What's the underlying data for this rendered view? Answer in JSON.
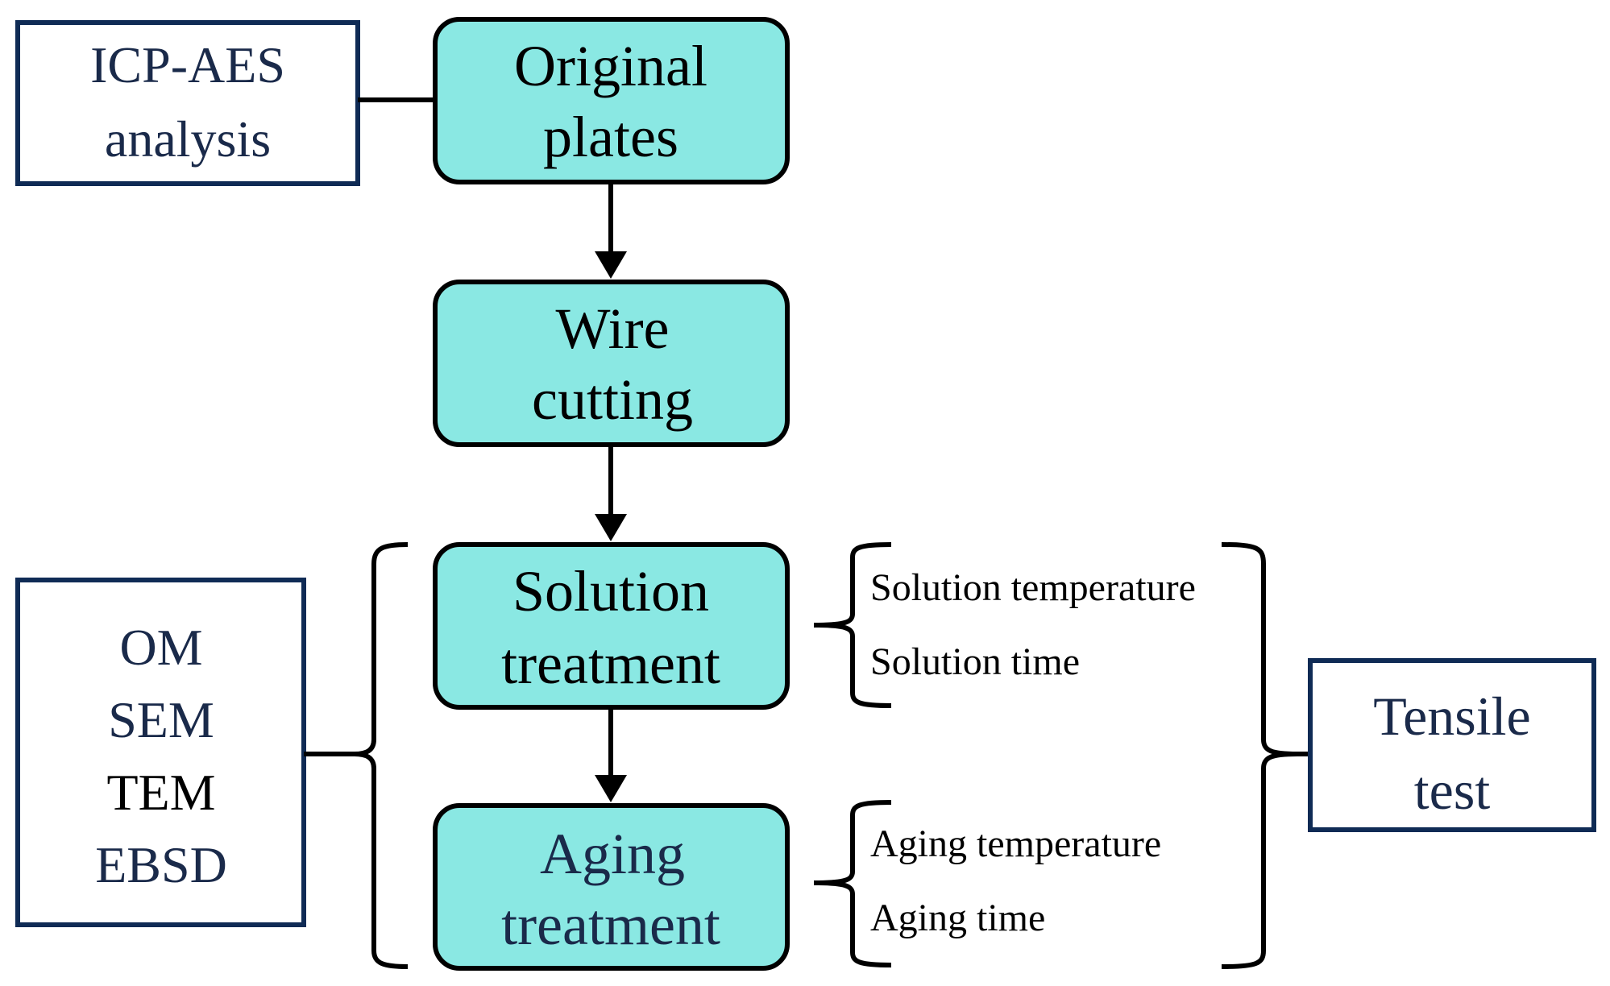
{
  "colors": {
    "process_fill": "#8AE8E3",
    "process_stroke": "#000000",
    "side_box_stroke": "#0F2B55",
    "side_text": "#1A2A4A",
    "black_text": "#000000",
    "connector": "#000000"
  },
  "process_steps": [
    {
      "line1": "Original",
      "line2": "plates"
    },
    {
      "line1": "Wire",
      "line2": "cutting"
    },
    {
      "line1": "Solution",
      "line2": "treatment"
    },
    {
      "line1": "Aging",
      "line2": "treatment"
    }
  ],
  "icp_box": {
    "line1": "ICP-AES",
    "line2": "analysis"
  },
  "characterization_box": {
    "items": [
      "OM",
      "SEM",
      "TEM",
      "EBSD"
    ]
  },
  "tensile_box": {
    "line1": "Tensile",
    "line2": "test"
  },
  "solution_params": {
    "items": [
      "Solution temperature",
      "Solution time"
    ]
  },
  "aging_params": {
    "items": [
      "Aging temperature",
      "Aging time"
    ]
  }
}
